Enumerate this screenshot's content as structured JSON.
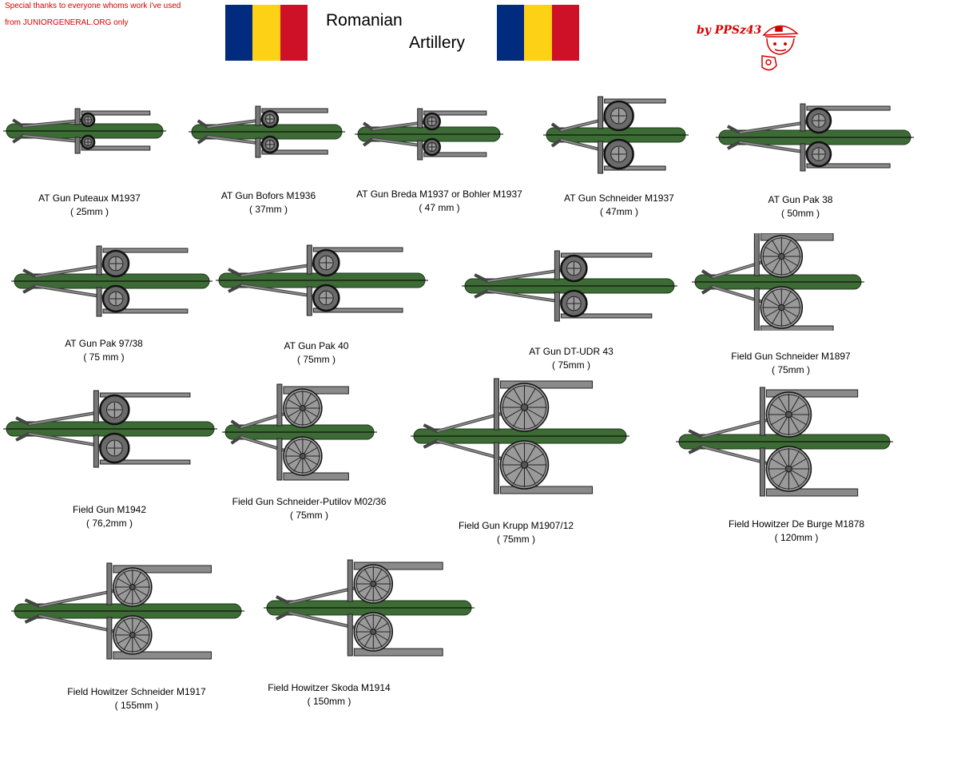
{
  "credits": {
    "line1": "Special thanks to everyone whoms work i've used",
    "line2": "from JUNIORGENERAL.ORG only"
  },
  "title": {
    "line1": "Romanian",
    "line2": "Artillery"
  },
  "byline": "by PPSz43",
  "colors": {
    "flag_blue": "#002b7f",
    "flag_yellow": "#fcd116",
    "flag_red": "#ce1126",
    "base_green": "#3d6b35",
    "metal_gray": "#8a8a8a",
    "credit_red": "#d40000"
  },
  "guns": [
    {
      "name": "AT Gun Puteaux M1937",
      "caliber": "( 25mm )"
    },
    {
      "name": "AT Gun Bofors M1936",
      "caliber": "( 37mm )"
    },
    {
      "name": "AT Gun Breda M1937 or Bohler M1937",
      "caliber": "( 47 mm )"
    },
    {
      "name": "AT Gun Schneider M1937",
      "caliber": "( 47mm )"
    },
    {
      "name": "AT Gun Pak 38",
      "caliber": "( 50mm )"
    },
    {
      "name": "AT Gun Pak 97/38",
      "caliber": "( 75 mm )"
    },
    {
      "name": "AT Gun Pak 40",
      "caliber": "( 75mm )"
    },
    {
      "name": "AT Gun DT-UDR 43",
      "caliber": "( 75mm )"
    },
    {
      "name": "Field Gun Schneider M1897",
      "caliber": "( 75mm )"
    },
    {
      "name": "Field Gun M1942",
      "caliber": "( 76,2mm )"
    },
    {
      "name": "Field Gun Schneider-Putilov M02/36",
      "caliber": "( 75mm )"
    },
    {
      "name": "Field Gun Krupp M1907/12",
      "caliber": "( 75mm )"
    },
    {
      "name": "Field Howitzer De Burge M1878",
      "caliber": "( 120mm )"
    },
    {
      "name": "Field Howitzer Schneider M1917",
      "caliber": "( 155mm )"
    },
    {
      "name": "Field Howitzer Skoda M1914",
      "caliber": "( 150mm )"
    }
  ]
}
